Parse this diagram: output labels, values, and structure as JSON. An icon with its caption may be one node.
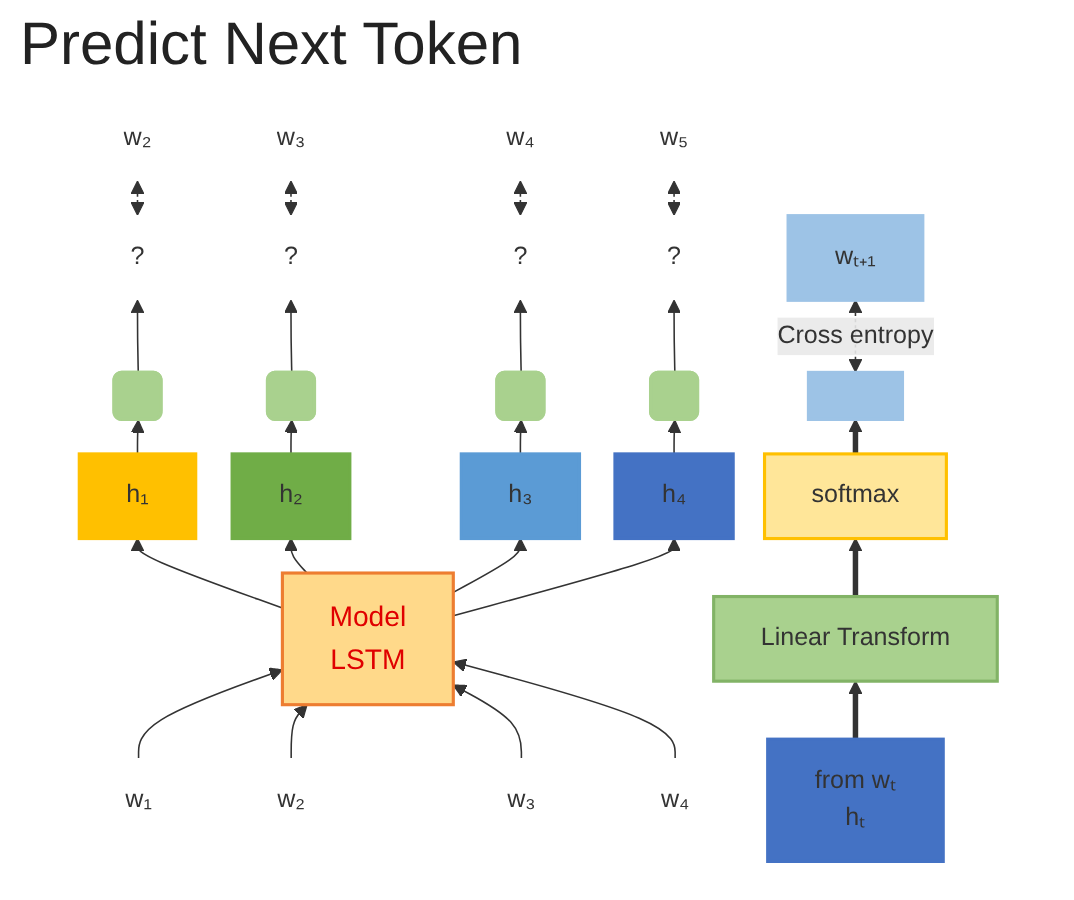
{
  "diagram": {
    "title": "Predict Next Token",
    "nodes": [
      {
        "text": [
          "w₂"
        ]
      },
      {
        "text": [
          "w₃"
        ]
      },
      {
        "text": [
          "w₄"
        ]
      },
      {
        "text": [
          "w₅"
        ]
      },
      {
        "text": [
          "?"
        ]
      },
      {
        "text": [
          "?"
        ]
      },
      {
        "text": [
          "?"
        ]
      },
      {
        "text": [
          "?"
        ]
      },
      {
        "text": [],
        "shape": "box"
      },
      {
        "text": [],
        "shape": "box"
      },
      {
        "text": [],
        "shape": "box"
      },
      {
        "text": [],
        "shape": "box"
      },
      {
        "text": [
          "h₁"
        ]
      },
      {
        "text": [
          "h₂"
        ]
      },
      {
        "text": [
          "h₃"
        ]
      },
      {
        "text": [
          "h₄"
        ]
      },
      {
        "text": [
          "Model",
          "LSTM"
        ]
      },
      {
        "text": [
          "w₁"
        ]
      },
      {
        "text": [
          "w₂"
        ]
      },
      {
        "text": [
          "w₃"
        ]
      },
      {
        "text": [
          "w₄"
        ]
      },
      {
        "text": [
          "wₜ₊₁"
        ]
      },
      {
        "text": [],
        "shape": "bar"
      },
      {
        "text": [
          "softmax"
        ]
      },
      {
        "text": [
          "Linear Transform"
        ]
      },
      {
        "text": [
          "from wₜ",
          "hₜ"
        ]
      }
    ],
    "edges": [
      {
        "from": 4,
        "to": 0,
        "arrow": "both",
        "style": "dashed"
      },
      {
        "from": 5,
        "to": 1,
        "arrow": "both",
        "style": "dashed"
      },
      {
        "from": 6,
        "to": 2,
        "arrow": "both",
        "style": "dashed"
      },
      {
        "from": 7,
        "to": 3,
        "arrow": "both",
        "style": "dashed"
      },
      {
        "from": 8,
        "to": 4,
        "arrow": "to"
      },
      {
        "from": 9,
        "to": 5,
        "arrow": "to"
      },
      {
        "from": 10,
        "to": 6,
        "arrow": "to"
      },
      {
        "from": 11,
        "to": 7,
        "arrow": "to"
      },
      {
        "from": 12,
        "to": 8,
        "arrow": "to"
      },
      {
        "from": 13,
        "to": 9,
        "arrow": "to"
      },
      {
        "from": 14,
        "to": 10,
        "arrow": "to"
      },
      {
        "from": 15,
        "to": 11,
        "arrow": "to"
      },
      {
        "from": 16,
        "to": 12,
        "arrow": "to"
      },
      {
        "from": 16,
        "to": 13,
        "arrow": "to"
      },
      {
        "from": 16,
        "to": 14,
        "arrow": "to"
      },
      {
        "from": 16,
        "to": 15,
        "arrow": "to"
      },
      {
        "from": 17,
        "to": 16,
        "arrow": "to"
      },
      {
        "from": 18,
        "to": 16,
        "arrow": "to"
      },
      {
        "from": 19,
        "to": 16,
        "arrow": "to"
      },
      {
        "from": 20,
        "to": 16,
        "arrow": "to"
      },
      {
        "from": 25,
        "to": 24,
        "arrow": "to",
        "style": "thick"
      },
      {
        "from": 24,
        "to": 23,
        "arrow": "to",
        "style": "thick"
      },
      {
        "from": 23,
        "to": 22,
        "arrow": "to",
        "style": "thick"
      },
      {
        "from": 22,
        "to": 21,
        "arrow": "both",
        "style": "dashed",
        "label": "Cross entropy"
      }
    ]
  }
}
